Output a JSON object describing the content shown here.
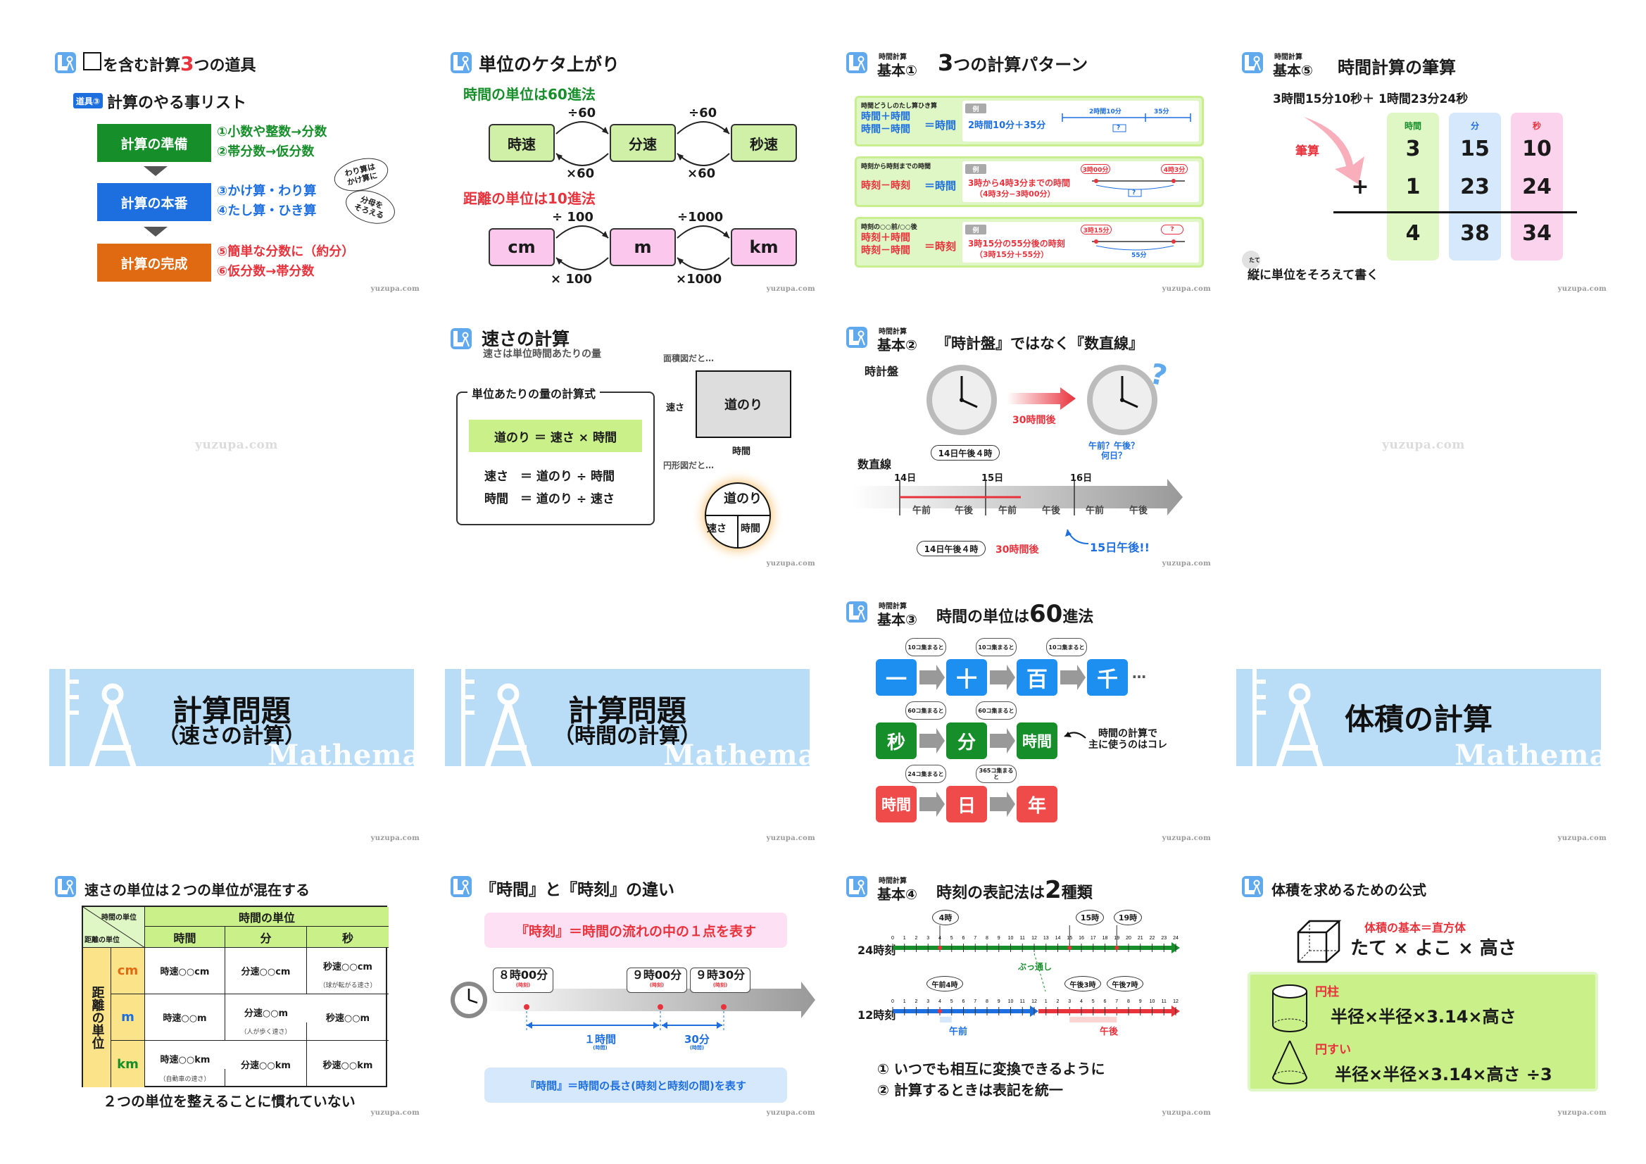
{
  "watermark": "yuzupa.com",
  "colors": {
    "blue": "#1d6fe0",
    "green": "#168f2a",
    "orange": "#e06a12",
    "red": "#e8323c",
    "banner": "#b9dcf7"
  },
  "s1": {
    "title_a": "を含む計算",
    "title_num": "3",
    "title_b": "つの道具",
    "tag": "道具③",
    "sub": "計算のやる事リスト",
    "steps": [
      {
        "label": "計算の準備",
        "items": [
          "①小数や整数→分数",
          "②帯分数→仮分数"
        ]
      },
      {
        "label": "計算の本番",
        "items": [
          "③かけ算・わり算",
          "④たし算・ひき算"
        ]
      },
      {
        "label": "計算の完成",
        "items": [
          "⑤簡単な分数に（約分）",
          "⑥仮分数→帯分数"
        ]
      }
    ],
    "note1": [
      "わり算は",
      "かけ算に"
    ],
    "note2": [
      "分母を",
      "そろえる"
    ]
  },
  "s2": {
    "title": "単位のケタ上がり",
    "sub1": "時間の単位は60進法",
    "sub2": "距離の単位は10進法",
    "time_units": [
      "時速",
      "分速",
      "秒速"
    ],
    "time_div": [
      "÷60",
      "÷60"
    ],
    "time_mul": [
      "×60",
      "×60"
    ],
    "dist_units": [
      "cm",
      "m",
      "km"
    ],
    "dist_div": [
      "÷ 100",
      "÷1000"
    ],
    "dist_mul": [
      "× 100",
      "×1000"
    ]
  },
  "s3": {
    "small": "時間計算",
    "basic": "基本①",
    "title_num": "3",
    "title_b": "つの計算パターン",
    "rows": [
      {
        "head": "時間どうしのたし算ひき算",
        "l1": "時間＋時間",
        "l2": "時間－時間",
        "eq": "＝時間",
        "ex": "例",
        "example": "2時間10分＋35分",
        "d1": "2時間10分",
        "d2": "35分",
        "q": "?"
      },
      {
        "head": "時刻から時刻までの時間",
        "l1": "時刻－時刻",
        "l2": "",
        "eq": "＝時間",
        "ex": "例",
        "example": "3時から4時3分までの時間",
        "example2": "（4時3分−3時00分）",
        "d1": "3時00分",
        "d2": "4時3分",
        "q": "?"
      },
      {
        "head": "時刻の○○前/○○後",
        "l1": "時刻＋時間",
        "l2": "時刻－時間",
        "eq": "＝時刻",
        "ex": "例",
        "example": "3時15分の55分後の時刻",
        "example2": "（3時15分＋55分）",
        "d1": "3時15分",
        "d2": "?",
        "d3": "55分"
      }
    ]
  },
  "s4": {
    "small": "時間計算",
    "basic": "基本⑤",
    "title": "時間計算の筆算",
    "expr": "3時間15分10秒＋ 1時間23分24秒",
    "label": "筆算",
    "headers": [
      "時間",
      "分",
      "秒"
    ],
    "row1": [
      "3",
      "15",
      "10"
    ],
    "op": "+",
    "row2": [
      "1",
      "23",
      "24"
    ],
    "result": [
      "4",
      "38",
      "34"
    ],
    "ruby": "たて",
    "foot": "縦に単位をそろえて書く"
  },
  "s5": {
    "title": "速さの計算",
    "sub": "速さは単位時間あたりの量",
    "panel": "単位あたりの量の計算式",
    "f1": "道のり ＝ 速さ × 時間",
    "f2": "速さ　＝ 道のり ÷ 時間",
    "f3": "時間　＝ 道のり ÷ 速さ",
    "area": "面積図だと…",
    "circle": "円形図だと…",
    "d": "道のり",
    "s": "速さ",
    "tm": "時間"
  },
  "s6": {
    "small": "時間計算",
    "basic": "基本②",
    "title": "『時計盤』ではなく『数直線』",
    "clock": "時計盤",
    "line": "数直線",
    "after": "30時間後",
    "start": "14日午後４時",
    "q": [
      "午前？午後？",
      "何日？"
    ],
    "days": [
      "14日",
      "15日",
      "16日"
    ],
    "segs": [
      "午前",
      "午後",
      "午前",
      "午後",
      "午前",
      "午後"
    ],
    "result": "15日午後!!"
  },
  "s7": {
    "small": "時間計算",
    "basic": "基本③",
    "title_a": "時間の単位は",
    "title_num": "60",
    "title_b": "進法",
    "row1": [
      "一",
      "十",
      "百",
      "千"
    ],
    "row1_notes": [
      "10コ集まると",
      "10コ集まると",
      "10コ集まると"
    ],
    "row2": [
      "秒",
      "分",
      "時間"
    ],
    "row2_notes": [
      "60コ集まると",
      "60コ集まると"
    ],
    "row3": [
      "時間",
      "日",
      "年"
    ],
    "row3_notes": [
      "24コ集まると",
      "365コ集まると"
    ],
    "dots": "…",
    "note": [
      "時間の計算で",
      "主に使うのはコレ"
    ]
  },
  "s8": {
    "title": "計算問題",
    "sub": "（速さの計算）",
    "mm": "Mathemat"
  },
  "s9": {
    "title": "計算問題",
    "sub": "（時間の計算）",
    "mm": "Mathemat"
  },
  "s10": {
    "title": "体積の計算",
    "mm": "Mathemat"
  },
  "s11": {
    "title": "速さの単位は２つの単位が混在する",
    "corner_top": "時間の単位",
    "corner_bot": "距離の単位",
    "time_head": "時間の単位",
    "cols": [
      "時間",
      "分",
      "秒"
    ],
    "dist_head": "距離の単位",
    "rows": [
      "cm",
      "m",
      "km"
    ],
    "cells": [
      [
        "時速○○cm",
        "分速○○cm",
        "秒速○○cm"
      ],
      [
        "時速○○m",
        "分速○○m",
        "秒速○○m"
      ],
      [
        "時速○○km",
        "分速○○km",
        "秒速○○km"
      ]
    ],
    "notes": {
      "0-2": "（球が転がる速さ）",
      "1-1": "（人が歩く速さ）",
      "2-0": "（自動車の速さ）"
    },
    "foot": "２つの単位を整えることに慣れていない"
  },
  "s12": {
    "title": "『時間』と『時刻』の違い",
    "def1": "『時刻』＝時間の流れの中の１点を表す",
    "def2": "『時間』＝時間の長さ(時刻と時刻の間)を表す",
    "t1": "８時00分",
    "t2": "９時00分",
    "t3": "９時30分",
    "tag": "(時刻)",
    "d1": "１時間",
    "d2": "30分",
    "dtag": "(時間)"
  },
  "s13": {
    "small": "時間計算",
    "basic": "基本④",
    "title_a": "時刻の表記法は",
    "title_num": "2",
    "title_b": "種類",
    "l24": "24時刻",
    "l12": "12時刻",
    "marks24": [
      "4時",
      "15時",
      "19時"
    ],
    "marks12": [
      "午前4時",
      "午後3時",
      "午後7時"
    ],
    "through": "ぶっ通し",
    "am": "午前",
    "pm": "午後",
    "p1": "① いつでも相互に変換できるように",
    "p2": "② 計算するときは表記を統一"
  },
  "s14": {
    "title": "体積を求めるための公式",
    "h1": "体積の基本＝直方体",
    "f1": "たて × よこ × 高さ",
    "cyl": "円柱",
    "cylf": "半径×半径×3.14×高さ",
    "cone": "円すい",
    "conef": "半径×半径×3.14×高さ ÷3"
  }
}
